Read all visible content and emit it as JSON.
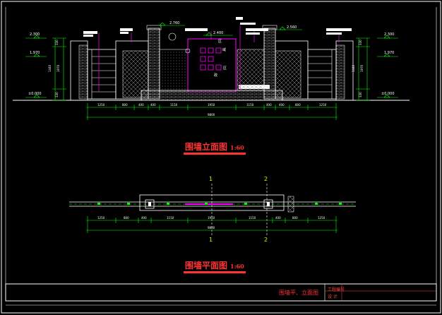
{
  "titles": {
    "elevation": "围墙立面图",
    "elevation_scale": "1:60",
    "plan": "围墙平面图",
    "plan_scale": "1:60"
  },
  "title_block": {
    "drawing_name": "围墙平、立面图",
    "cell1": "工程编号",
    "cell2": "设  计"
  },
  "section_marks": {
    "left": "1",
    "right": "2"
  },
  "elevation_marks": {
    "left": [
      "2.300",
      "1.970",
      "±0.000"
    ],
    "right": [
      "2.300",
      "1.970",
      "±0.000"
    ],
    "top": [
      "2.760",
      "2.400",
      "2.560"
    ]
  },
  "dimensions": {
    "elevation_row": [
      "1250",
      "800",
      "400",
      "400",
      "1150",
      "1950",
      "1150",
      "400",
      "400",
      "800",
      "1250"
    ],
    "elevation_total": "9800",
    "plan_row": [
      "1250",
      "800",
      "400",
      "1150",
      "1950",
      "1150",
      "400",
      "800",
      "1250"
    ],
    "plan_total": "9800",
    "left_vertical": [
      "330",
      "1440",
      "1970",
      "330"
    ],
    "right_vertical": [
      "330",
      "1440",
      "1970",
      "330"
    ]
  },
  "colors": {
    "background": "#000000",
    "wall_lines": "#ffffff",
    "dimension_lines": "#00ff00",
    "accent_magenta": "#ff00ff",
    "title_red": "#ff3333",
    "hatch": "#a0a0a0"
  }
}
